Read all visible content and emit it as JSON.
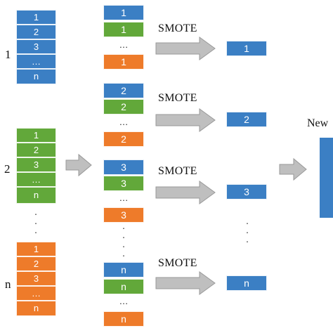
{
  "source_groups": [
    {
      "label": "1",
      "cells": [
        "1",
        "2",
        "3",
        "…",
        "n"
      ],
      "color": "#3b7fc4"
    },
    {
      "label": "2",
      "cells": [
        "1",
        "2",
        "3",
        "…",
        "n"
      ],
      "color": "#62a83a"
    },
    {
      "label": "n",
      "cells": [
        "1",
        "2",
        "3",
        "…",
        "n"
      ],
      "color": "#ee7b2a"
    }
  ],
  "middle_groups": [
    {
      "cells": [
        "1",
        "1",
        "…",
        "1"
      ],
      "colors": [
        "#3b7fc4",
        "#62a83a",
        "",
        "#ee7b2a"
      ]
    },
    {
      "cells": [
        "2",
        "2",
        "…",
        "2"
      ],
      "colors": [
        "#3b7fc4",
        "#62a83a",
        "",
        "#ee7b2a"
      ]
    },
    {
      "cells": [
        "3",
        "3",
        "…",
        "3"
      ],
      "colors": [
        "#3b7fc4",
        "#62a83a",
        "",
        "#ee7b2a"
      ]
    },
    {
      "cells": [
        "n",
        "n",
        "…",
        "n"
      ],
      "colors": [
        "#3b7fc4",
        "#62a83a",
        "",
        "#ee7b2a"
      ]
    }
  ],
  "smote_label": "SMOTE",
  "outputs": [
    "1",
    "2",
    "3",
    "n"
  ],
  "new_label": "New",
  "colors": {
    "blue": "#3b7fc4",
    "green": "#62a83a",
    "orange": "#ee7b2a",
    "arrow_fill": "#bfbfbf",
    "arrow_stroke": "#999999"
  }
}
